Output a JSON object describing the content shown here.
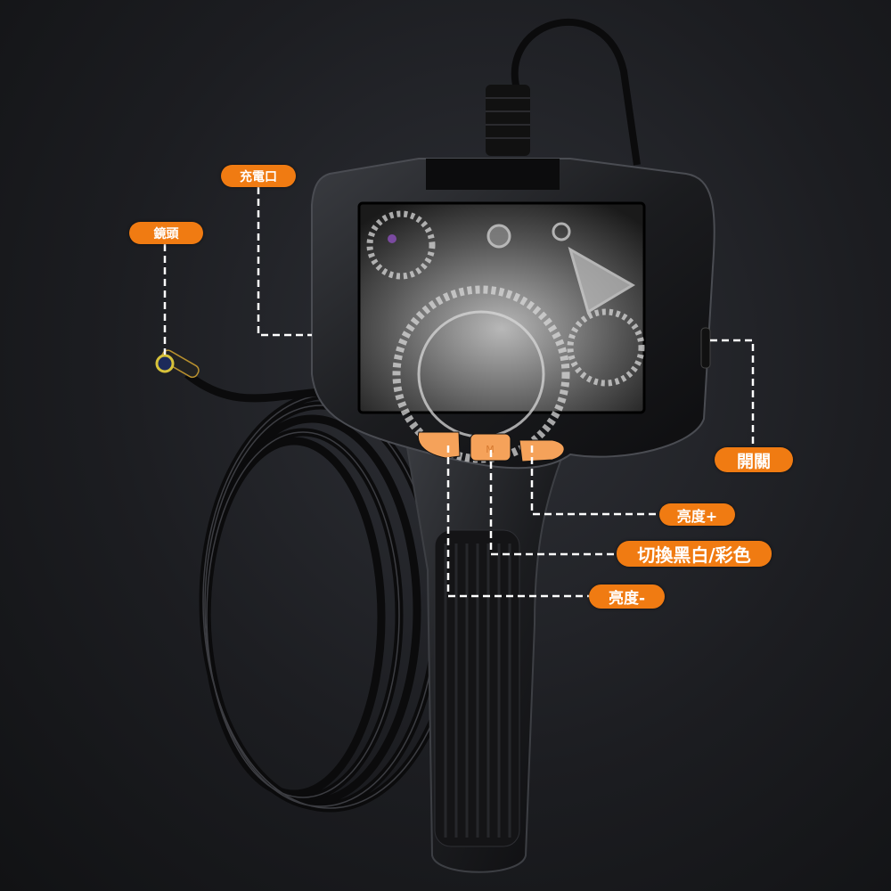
{
  "labels": {
    "lens": "鏡頭",
    "charging_port": "充電口",
    "power_switch": "開關",
    "brightness_up": "亮度+",
    "bw_color_toggle": "切換黑白/彩色",
    "brightness_down": "亮度-"
  },
  "buttons": {
    "mode": "M"
  },
  "colors": {
    "accent": "#f07b12",
    "button": "#f5a25a",
    "body": "#1a1b1e",
    "dash": "#ffffff"
  }
}
